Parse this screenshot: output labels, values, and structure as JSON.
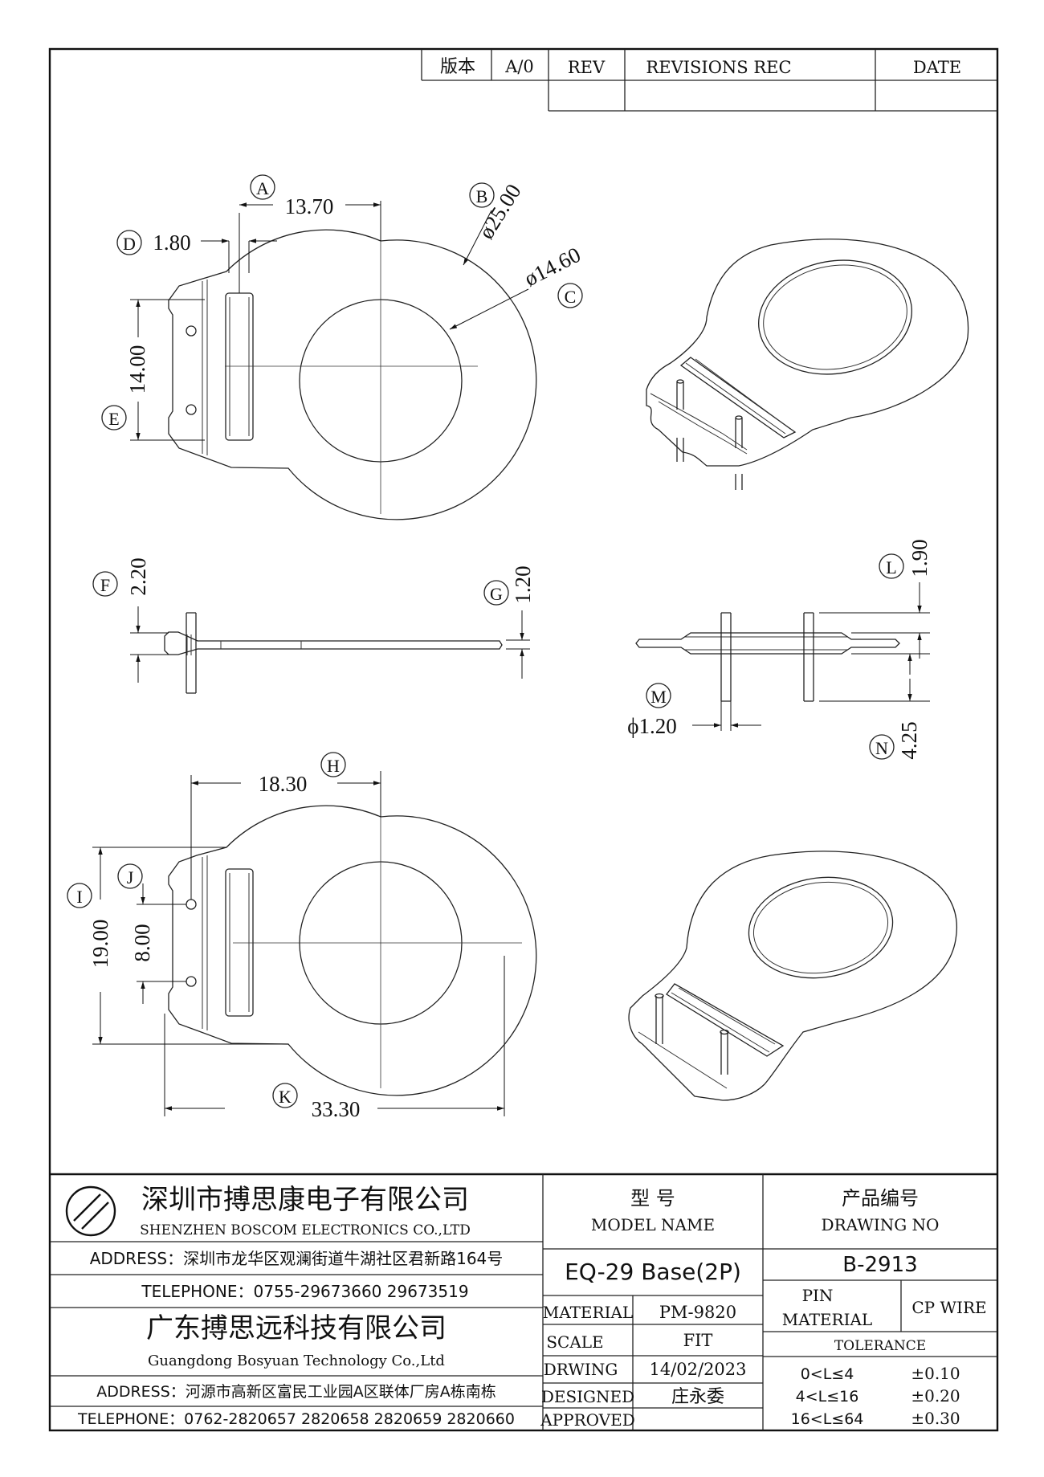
{
  "revision_table": {
    "version_label": "版本",
    "version_value": "A/0",
    "rev_label": "REV",
    "revisions_label": "REVISIONS REC",
    "date_label": "DATE"
  },
  "dimensions": {
    "A": {
      "marker": "A",
      "value": "13.70"
    },
    "B": {
      "marker": "B",
      "value": "ø25.00"
    },
    "C": {
      "marker": "C",
      "value": "ø14.60"
    },
    "D": {
      "marker": "D",
      "value": "1.80"
    },
    "E": {
      "marker": "E",
      "value": "14.00"
    },
    "F": {
      "marker": "F",
      "value": "2.20"
    },
    "G": {
      "marker": "G",
      "value": "1.20"
    },
    "H": {
      "marker": "H",
      "value": "18.30"
    },
    "I": {
      "marker": "I",
      "value": "19.00"
    },
    "J": {
      "marker": "J",
      "value": "8.00"
    },
    "K": {
      "marker": "K",
      "value": "33.30"
    },
    "L": {
      "marker": "L",
      "value": "1.90"
    },
    "M": {
      "marker": "M",
      "value": "ϕ1.20"
    },
    "N": {
      "marker": "N",
      "value": "4.25"
    }
  },
  "title_block": {
    "company1_cn": "深圳市搏思康电子有限公司",
    "company1_en": "SHENZHEN BOSCOM ELECTRONICS CO.,LTD",
    "address1": "ADDRESS：深圳市龙华区观澜街道牛湖社区君新路164号",
    "telephone1": "TELEPHONE：0755-29673660 29673519",
    "company2_cn": "广东搏思远科技有限公司",
    "company2_en": "Guangdong Bosyuan Technology Co.,Ltd",
    "address2": "ADDRESS：河源市高新区富民工业园A区联体厂房A栋南栋",
    "telephone2": "TELEPHONE：0762-2820657 2820658 2820659 2820660",
    "model_label_cn": "型    号",
    "model_label_en": "MODEL NAME",
    "drawing_label_cn": "产品编号",
    "drawing_label_en": "DRAWING NO",
    "model_name": "EQ-29 Base(2P)",
    "drawing_no": "B-2913",
    "material_label": "MATERIAL",
    "material_value": "PM-9820",
    "pin_label": "PIN",
    "pin_material_label": "MATERIAL",
    "pin_material_value": "CP WIRE",
    "scale_label": "SCALE",
    "scale_value": "FIT",
    "tolerance_label": "TOLERANCE",
    "drwing_label": "DRWING",
    "drwing_value": "14/02/2023",
    "designed_label": "DESIGNED",
    "designed_value": "庄永委",
    "approved_label": "APPROVED",
    "approved_value": "",
    "tolerances": [
      {
        "range": "0<L≤4",
        "value": "±0.10"
      },
      {
        "range": "4<L≤16",
        "value": "±0.20"
      },
      {
        "range": "16<L≤64",
        "value": "±0.30"
      }
    ]
  }
}
